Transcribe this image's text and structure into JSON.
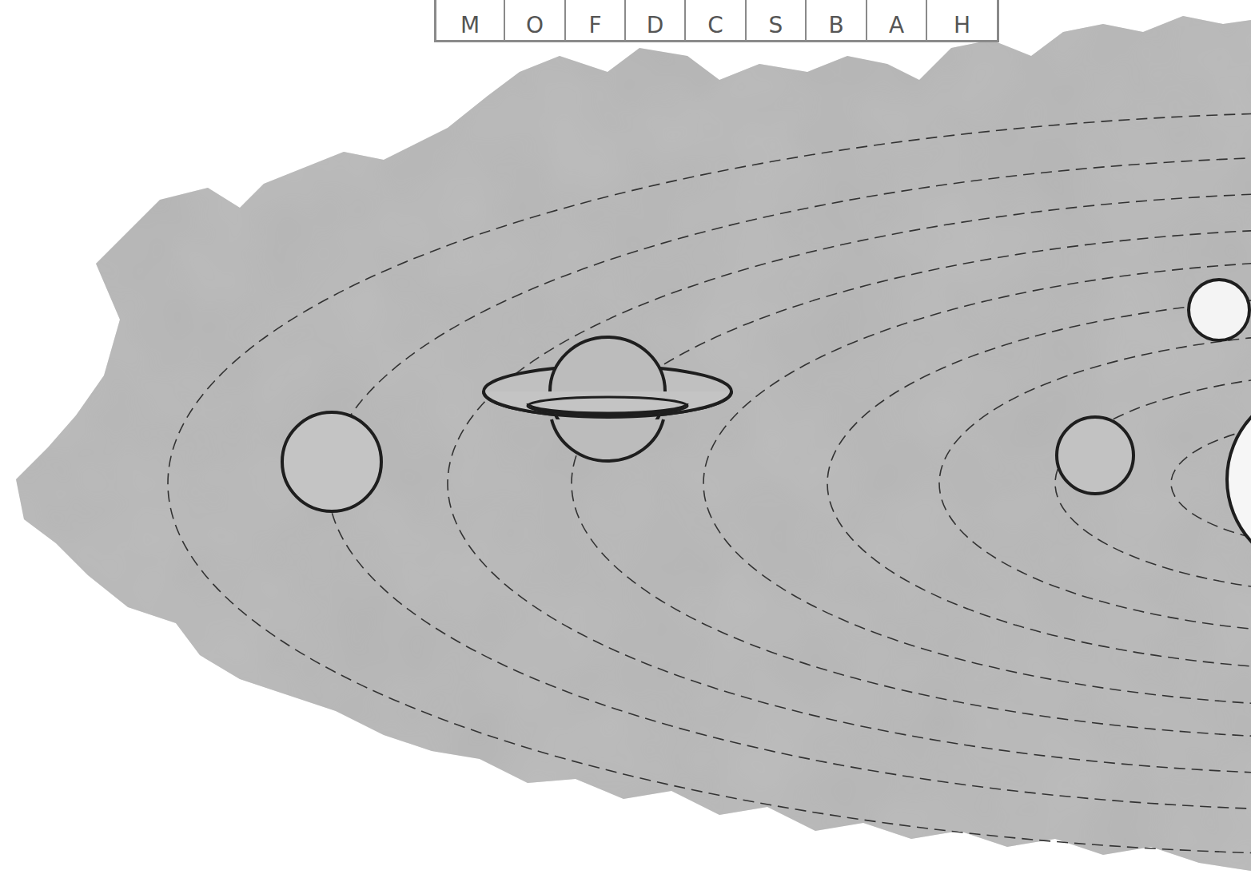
{
  "diagram": {
    "labels": [
      "M",
      "O",
      "F",
      "D",
      "C",
      "S",
      "B",
      "A",
      "H"
    ]
  }
}
